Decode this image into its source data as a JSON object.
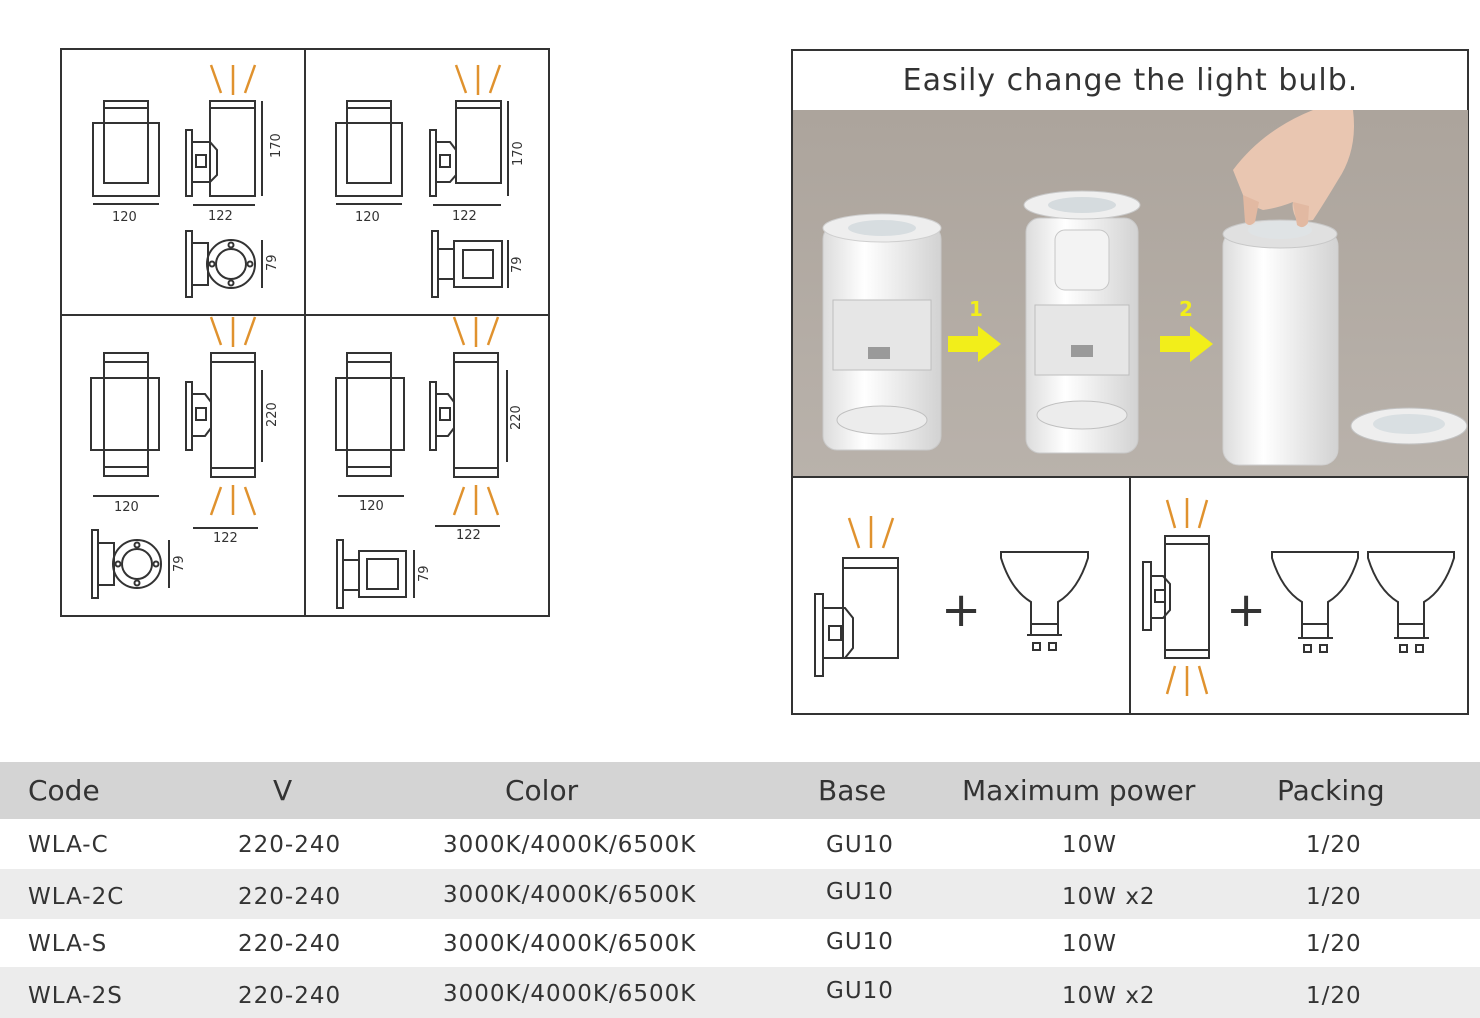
{
  "diagrams": {
    "wla_c": {
      "width": "120",
      "depth": "122",
      "height": "170",
      "base": "79"
    },
    "wla_s": {
      "width": "120",
      "depth": "122",
      "height": "170",
      "base": "79"
    },
    "wla_2c": {
      "width": "120",
      "depth": "122",
      "height": "220",
      "base": "79"
    },
    "wla_2s": {
      "width": "120",
      "depth": "122",
      "height": "220",
      "base": "79"
    }
  },
  "photo": {
    "title": "Easily change the light bulb.",
    "step1": "1",
    "step2": "2"
  },
  "combo": {
    "plus1": "+",
    "plus2": "+"
  },
  "colors": {
    "light_rays": "#e0922e",
    "arrow": "#f2ee1a",
    "header_bg": "#d4d4d4",
    "stripe": "#ececec"
  },
  "table": {
    "headers": [
      "Code",
      "V",
      "Color",
      "Base",
      "Maximum power",
      "Packing"
    ],
    "rows": [
      [
        "WLA-C",
        "220-240",
        "3000K/4000K/6500K",
        "GU10",
        "10W",
        "1/20"
      ],
      [
        "WLA-2C",
        "220-240",
        "3000K/4000K/6500K",
        "GU10",
        "10W x2",
        "1/20"
      ],
      [
        "WLA-S",
        "220-240",
        "3000K/4000K/6500K",
        "GU10",
        "10W",
        "1/20"
      ],
      [
        "WLA-2S",
        "220-240",
        "3000K/4000K/6500K",
        "GU10",
        "10W x2",
        "1/20"
      ]
    ]
  }
}
